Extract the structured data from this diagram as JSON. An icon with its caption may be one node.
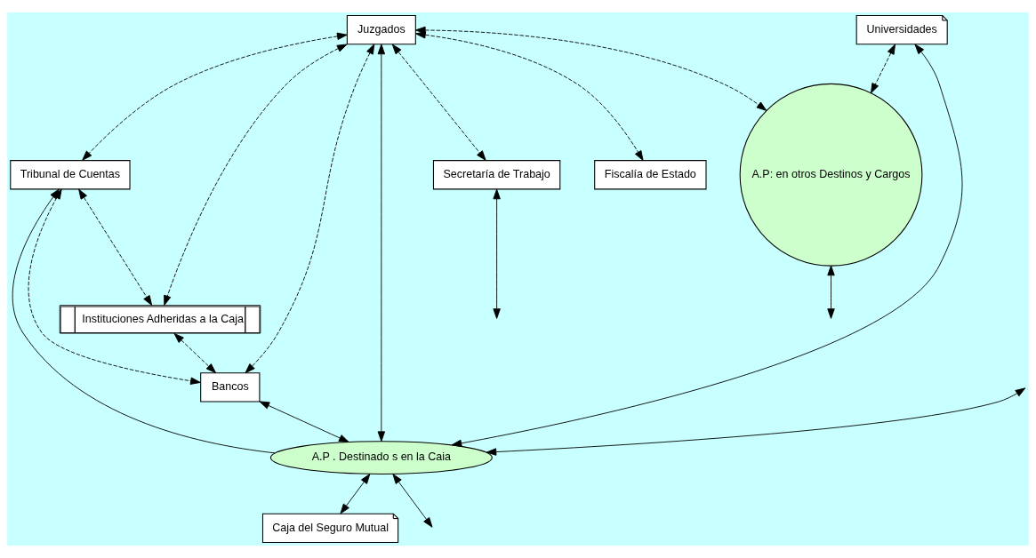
{
  "diagram": {
    "nodes": [
      {
        "text": [
          "Fiscalía de Estado"
        ]
      },
      {
        "text": [
          "Universidades"
        ]
      },
      {
        "text": [
          "Juzgados"
        ]
      },
      {
        "text": [
          "A.P: en otros Destinos y Cargos"
        ]
      },
      {
        "text": [
          "Tribunal de Cuentas"
        ]
      },
      {
        "text": [
          "A.P . Destinado s en la Caia"
        ]
      },
      {
        "text": [
          "Caja del Seguro Mutual"
        ]
      },
      {
        "text": [
          "Instituciones Adheridas a la Caja"
        ]
      },
      {
        "text": [
          "Bancos"
        ]
      },
      {
        "text": [
          "Secretaría de Trabajo"
        ]
      }
    ],
    "edges": [
      {
        "from": 2,
        "to": 0,
        "arrow": "both",
        "style": "dashed"
      },
      {
        "from": 2,
        "to": 3,
        "arrow": "both",
        "style": "dashed"
      },
      {
        "from": null,
        "to": 5,
        "arrow": "both"
      },
      {
        "from": 1,
        "to": 5,
        "arrow": "both"
      },
      {
        "from": 1,
        "to": 3,
        "arrow": "both",
        "style": "dashed"
      },
      {
        "from": 3,
        "to": null,
        "arrow": "both"
      },
      {
        "from": 2,
        "to": 4,
        "arrow": "both",
        "style": "dashed"
      },
      {
        "from": 2,
        "to": 7,
        "arrow": "both",
        "style": "dashed"
      },
      {
        "from": 2,
        "to": 5,
        "arrow": "both"
      },
      {
        "from": 5,
        "to": 4,
        "arrow": "to"
      },
      {
        "from": 2,
        "to": 8,
        "arrow": "both",
        "style": "dashed"
      },
      {
        "from": 2,
        "to": 9,
        "arrow": "both",
        "style": "dashed"
      },
      {
        "from": 4,
        "to": 8,
        "arrow": "both",
        "style": "dashed"
      },
      {
        "from": 4,
        "to": 7,
        "arrow": "both",
        "style": "dashed"
      },
      {
        "from": 7,
        "to": 8,
        "arrow": "both",
        "style": "dashed"
      },
      {
        "from": 8,
        "to": 5,
        "arrow": "both"
      },
      {
        "from": 5,
        "to": null,
        "arrow": "both"
      },
      {
        "from": 5,
        "to": 6,
        "arrow": "both"
      },
      {
        "from": 9,
        "to": null,
        "arrow": "both"
      }
    ]
  }
}
